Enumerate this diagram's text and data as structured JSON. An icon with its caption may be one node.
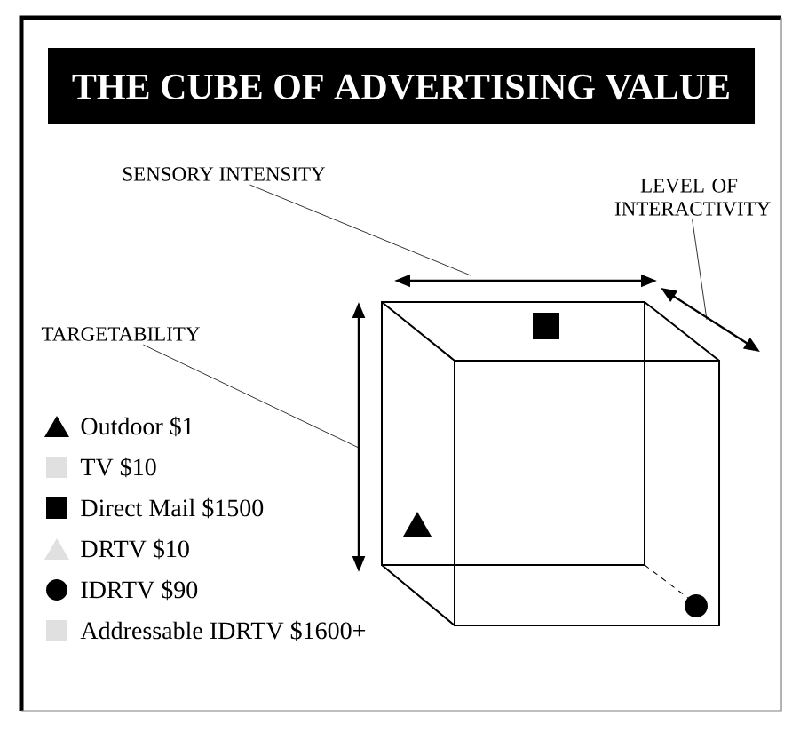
{
  "diagram": {
    "title": "THE CUBE OF ADVERTISING VALUE",
    "nodes": [
      {
        "text": [
          "SENSORY INTENSITY"
        ]
      },
      {
        "text": [
          "LEVEL OF INTERACTIVITY"
        ]
      },
      {
        "text": [
          "TARGETABILITY"
        ]
      }
    ],
    "edges": [
      {
        "from": 0,
        "to": null,
        "arrow": "none"
      },
      {
        "from": 1,
        "to": null,
        "arrow": "none"
      },
      {
        "from": 2,
        "to": null,
        "arrow": "none"
      }
    ],
    "legend": [
      {
        "text": "Outdoor $1"
      },
      {
        "text": "TV $10"
      },
      {
        "text": "Direct Mail $1500"
      },
      {
        "text": "DRTV $10"
      },
      {
        "text": "IDRTV $90"
      },
      {
        "text": "Addressable IDRTV $1600+"
      }
    ]
  }
}
